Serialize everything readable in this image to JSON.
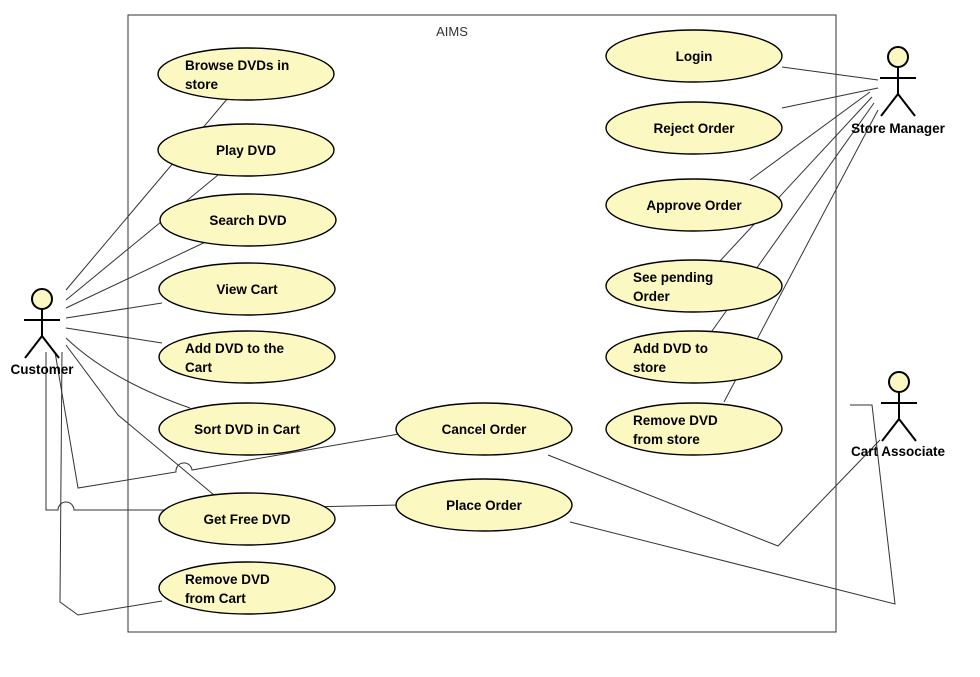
{
  "system": {
    "name": "AIMS"
  },
  "actors": {
    "customer": "Customer",
    "store_manager": "Store Manager",
    "cart_associate": "Cart Associate"
  },
  "use_cases": {
    "browse_dvds": [
      "Browse DVDs in",
      "store"
    ],
    "play_dvd": [
      "Play DVD"
    ],
    "search_dvd": [
      "Search DVD"
    ],
    "view_cart": [
      "View Cart"
    ],
    "add_dvd_cart": [
      "Add DVD to the",
      "Cart"
    ],
    "sort_dvd_cart": [
      "Sort DVD in Cart"
    ],
    "get_free_dvd": [
      "Get Free DVD"
    ],
    "remove_dvd_cart": [
      "Remove DVD",
      "from Cart"
    ],
    "cancel_order": [
      "Cancel Order"
    ],
    "place_order": [
      "Place Order"
    ],
    "login": [
      "Login"
    ],
    "reject_order": [
      "Reject Order"
    ],
    "approve_order": [
      "Approve Order"
    ],
    "see_pending": [
      "See pending",
      "Order"
    ],
    "add_dvd_store": [
      "Add DVD to",
      "store"
    ],
    "remove_dvd_store": [
      "Remove DVD",
      "from store"
    ]
  }
}
